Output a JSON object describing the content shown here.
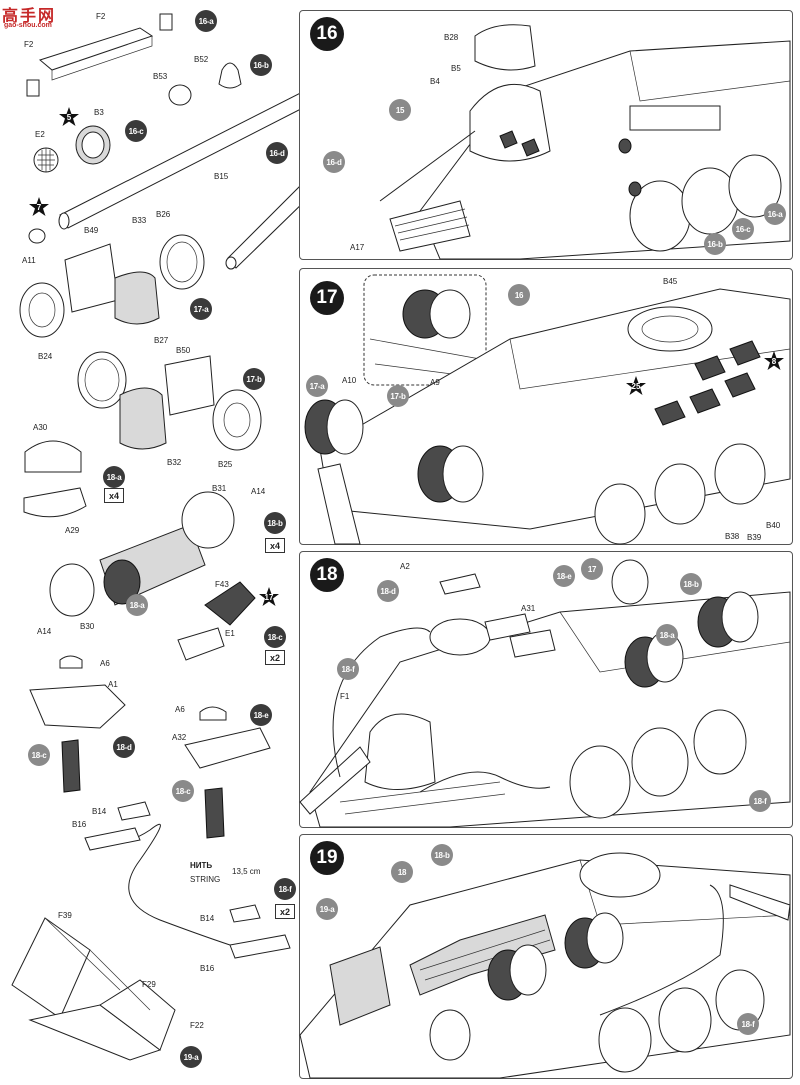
{
  "watermark": {
    "main": "高手网",
    "sub": "gao-shou.com"
  },
  "left_column": {
    "labels": {
      "f2_top": "F2",
      "f2_small": "F2",
      "b52": "B52",
      "b53": "B53",
      "b3": "B3",
      "e2": "E2",
      "b15": "B15",
      "a11": "A11",
      "b33": "B33",
      "b49": "B49",
      "b26": "B26",
      "b24": "B24",
      "b27": "B27",
      "b50": "B50",
      "b32": "B32",
      "b25": "B25",
      "a30": "A30",
      "a29": "A29",
      "b31": "B31",
      "a14_top": "A14",
      "b30": "B30",
      "a14_bottom": "A14",
      "f43": "F43",
      "e1": "E1",
      "a6_left": "A6",
      "a1": "A1",
      "a6_right": "A6",
      "a32": "A32",
      "b14_top": "B14",
      "b16_top": "B16",
      "b14_bottom": "B14",
      "b16_bottom": "B16",
      "f39": "F39",
      "f29": "F29",
      "f22": "F22"
    },
    "badges": {
      "b16a": "16-a",
      "b16b": "16-b",
      "b16c": "16-c",
      "b16d": "16-d",
      "b17a": "17-a",
      "b17b": "17-b",
      "b18a": "18-a",
      "b18a_ref": "18-a",
      "b18b": "18-b",
      "b18c": "18-c",
      "b18c_ref1": "18-c",
      "b18c_ref2": "18-c",
      "b18d": "18-d",
      "b18e": "18-e",
      "b18f": "18-f",
      "b19a": "19-a"
    },
    "stars": {
      "s5": "5",
      "s7": "7",
      "s17": "17"
    },
    "multipliers": {
      "m18a": "x4",
      "m18b": "x4",
      "m18c": "x2",
      "m18f": "x2"
    },
    "string": {
      "ru": "НИТЬ",
      "length": "13,5 cm",
      "en": "STRING"
    }
  },
  "steps": [
    {
      "number": "16",
      "labels": {
        "b28": "B28",
        "b5": "B5",
        "b4": "B4",
        "a17": "A17"
      },
      "badges": {
        "ref15": "15",
        "d": "16-d",
        "a": "16-a",
        "c": "16-c",
        "b": "16-b"
      }
    },
    {
      "number": "17",
      "labels": {
        "a10": "A10",
        "a9": "A9",
        "b45": "B45",
        "b38": "B38",
        "b39": "B39",
        "b40": "B40"
      },
      "badges": {
        "ref16": "16",
        "a": "17-a",
        "b": "17-b"
      },
      "stars": {
        "s8": "8",
        "s25": "25"
      }
    },
    {
      "number": "18",
      "labels": {
        "a2": "A2",
        "a31": "A31",
        "f1": "F1"
      },
      "badges": {
        "d": "18-d",
        "e": "18-e",
        "ref17": "17",
        "b": "18-b",
        "a": "18-a",
        "f_left": "18-f",
        "f_right": "18-f"
      }
    },
    {
      "number": "19",
      "badges": {
        "ref18": "18",
        "a": "19-a",
        "b": "18-b",
        "f": "18-f"
      }
    }
  ]
}
